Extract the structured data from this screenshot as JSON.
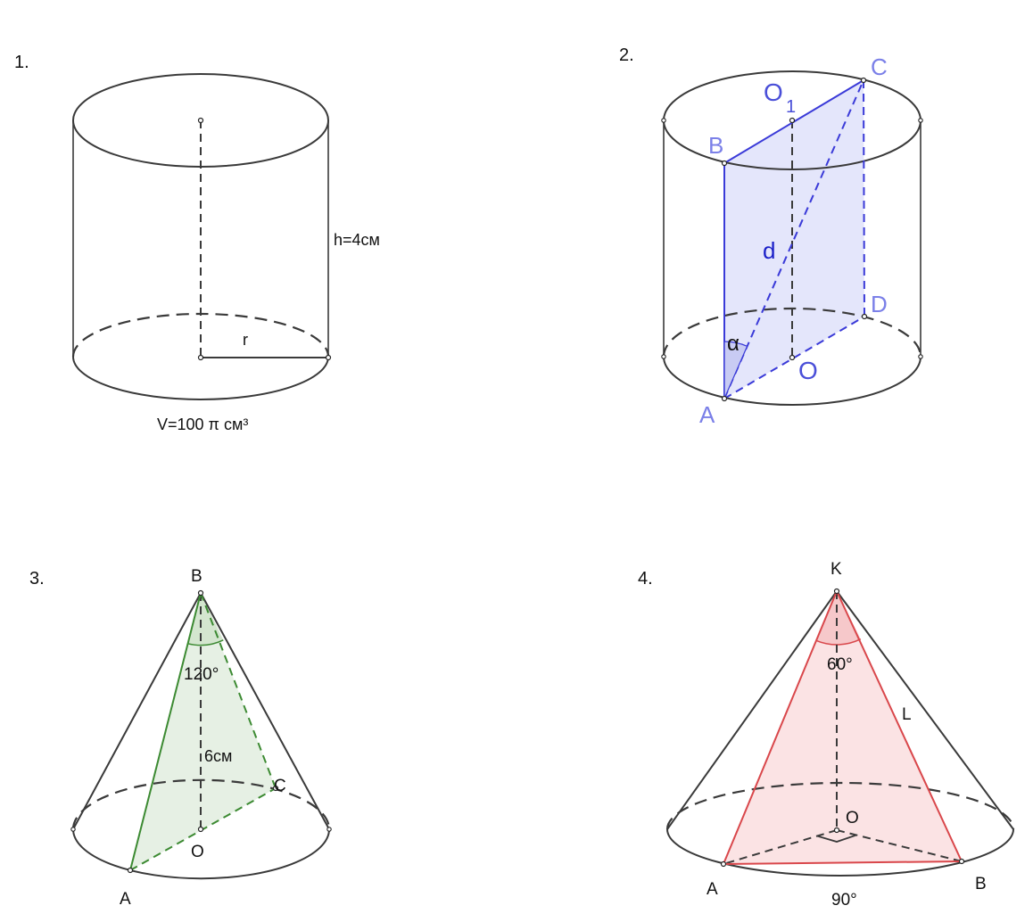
{
  "colors": {
    "outline": "#3a3a3a",
    "blue_line": "#3a3ad8",
    "blue_label": "#7b80e8",
    "blue_fill": "#e4e6fb",
    "green_line": "#3c8a32",
    "green_fill": "#e6f0e4",
    "red_line": "#d9474b",
    "red_fill": "#fbe3e4"
  },
  "figure1": {
    "number": "1.",
    "height_label": "h=4см",
    "radius_label": "r",
    "volume_label": "V=100 π см³"
  },
  "figure2": {
    "number": "2.",
    "labels": {
      "A": "A",
      "B": "B",
      "C": "C",
      "D": "D",
      "O": "O",
      "O1": "O",
      "O1_sub": "1",
      "d": "d",
      "alpha": "α"
    }
  },
  "figure3": {
    "number": "3.",
    "labels": {
      "A": "A",
      "B": "B",
      "C": "C",
      "O": "O"
    },
    "angle_label": "120°",
    "height_label": "6см"
  },
  "figure4": {
    "number": "4.",
    "labels": {
      "A": "A",
      "B": "B",
      "K": "K",
      "O": "O",
      "L": "L"
    },
    "apex_angle_label": "60°",
    "base_angle_label": "90°"
  }
}
